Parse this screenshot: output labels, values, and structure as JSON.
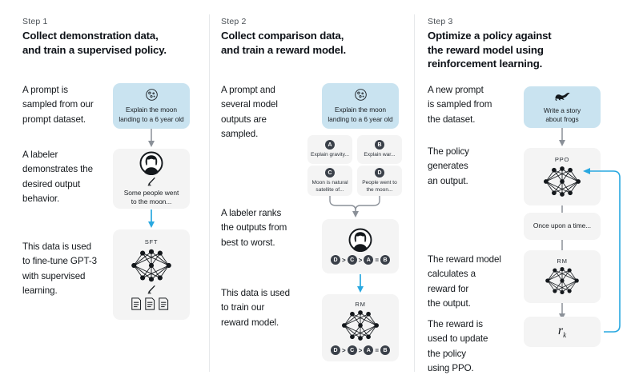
{
  "theme": {
    "bg": "#ffffff",
    "blue_box": "#c9e3f0",
    "gray_box": "#f4f4f4",
    "blue_arrow": "#29a8e0",
    "gray_arrow": "#8a9098",
    "text": "#14181c",
    "divider": "#e6e8ea"
  },
  "columns": [
    {
      "step_label": "Step 1",
      "title_line1": "Collect demonstration data,",
      "title_line2": "and train a supervised policy.",
      "paragraphs": [
        "A prompt is\nsampled from our\nprompt dataset.",
        "A labeler\ndemonstrates the\ndesired output\nbehavior.",
        "This data is used\nto fine-tune GPT-3\nwith supervised\nlearning."
      ],
      "prompt_box": {
        "icon": "moon-icon",
        "caption_line1": "Explain the moon",
        "caption_line2": "landing to a 6 year old"
      },
      "labeler_box": {
        "icon": "labeler-avatar-icon",
        "pencil": "pencil-icon",
        "caption_line1": "Some people went",
        "caption_line2": "to the moon..."
      },
      "model_box": {
        "title": "SFT",
        "icon": "neural-network-icon",
        "pencil": "pencil-icon",
        "docs": "documents-icon"
      }
    },
    {
      "step_label": "Step 2",
      "title_line1": "Collect comparison data,",
      "title_line2": "and train a reward model.",
      "paragraphs": [
        "A prompt and\nseveral model\noutputs are\nsampled.",
        "A labeler ranks\nthe outputs from\nbest to worst.",
        "This data is used\nto train our\nreward model."
      ],
      "prompt_box": {
        "icon": "moon-icon",
        "caption_line1": "Explain the moon",
        "caption_line2": "landing to a 6 year old"
      },
      "options": [
        {
          "badge": "A",
          "text": "Explain gravity..."
        },
        {
          "badge": "B",
          "text": "Explain war..."
        },
        {
          "badge": "C",
          "text": "Moon is natural\nsatellite of..."
        },
        {
          "badge": "D",
          "text": "People went to\nthe moon..."
        }
      ],
      "ranking_box": {
        "icon": "labeler-avatar-icon",
        "ranking": [
          "D",
          ">",
          "C",
          ">",
          "A",
          "=",
          "B"
        ]
      },
      "reward_model_box": {
        "title": "RM",
        "icon": "neural-network-icon",
        "ranking": [
          "D",
          ">",
          "C",
          ">",
          "A",
          "=",
          "B"
        ]
      }
    },
    {
      "step_label": "Step 3",
      "title_line1": "Optimize a policy against",
      "title_line2": "the reward model using",
      "title_line3": "reinforcement learning.",
      "paragraphs": [
        "A new prompt\nis sampled from\nthe dataset.",
        "The policy\ngenerates\nan output.",
        "The reward model\ncalculates a\nreward for\nthe output.",
        "The reward is\nused to update\nthe policy\nusing PPO."
      ],
      "prompt_box": {
        "icon": "frog-icon",
        "caption_line1": "Write a story",
        "caption_line2": "about frogs"
      },
      "ppo_box": {
        "title": "PPO",
        "icon": "neural-network-icon"
      },
      "output_box": {
        "text": "Once upon a time..."
      },
      "rm_box": {
        "title": "RM",
        "icon": "neural-network-icon"
      },
      "reward_box": {
        "symbol": "r",
        "subscript": "k"
      }
    }
  ]
}
